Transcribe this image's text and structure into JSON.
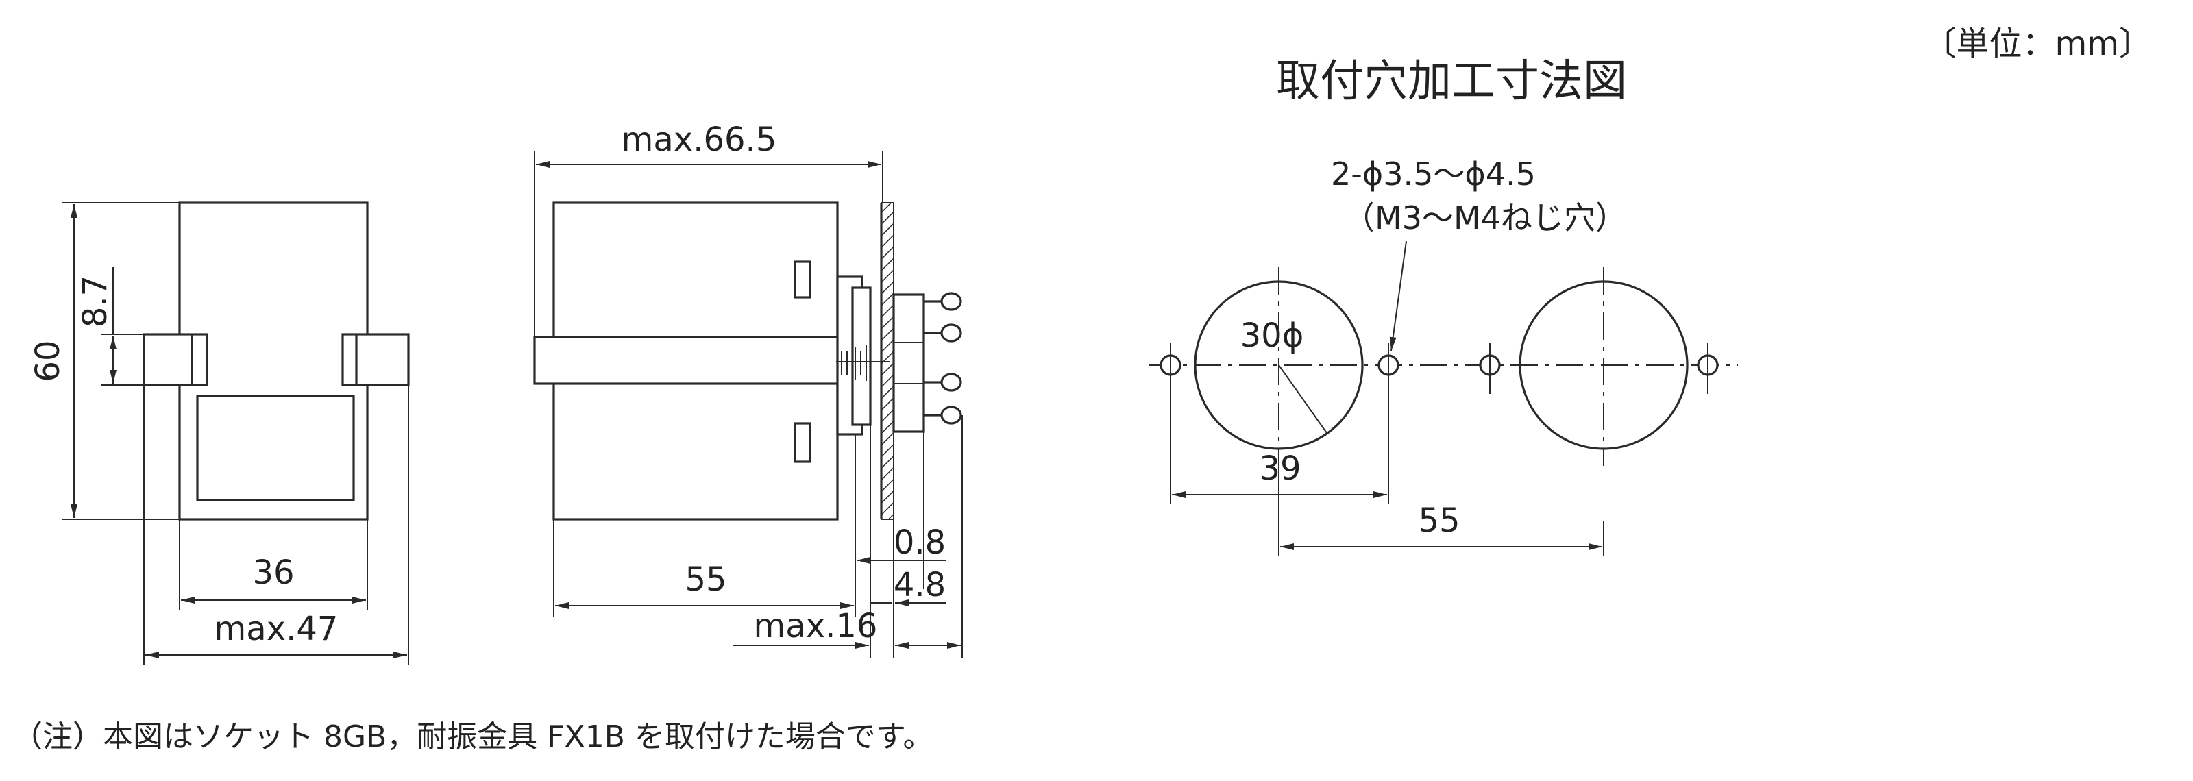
{
  "unit_label": "〔単位：mm〕",
  "mounting_title": "取付穴加工寸法図",
  "note": "（注）本図はソケット 8GB，耐振金具 FX1B を取付けた場合です。",
  "front_view": {
    "height": "60",
    "tab_offset": "8.7",
    "inner_width": "36",
    "max_width": "max.47"
  },
  "side_view": {
    "max_length": "max.66.5",
    "body_length": "55",
    "max_depth": "max.16",
    "panel_gap": "0.8",
    "flange": "4.8"
  },
  "mounting": {
    "hole_spec": "2-ϕ3.5〜ϕ4.5",
    "hole_thread": "（M3〜M4ねじ穴）",
    "cutout_diameter": "30ϕ",
    "hole_pitch": "39",
    "center_pitch": "55"
  }
}
